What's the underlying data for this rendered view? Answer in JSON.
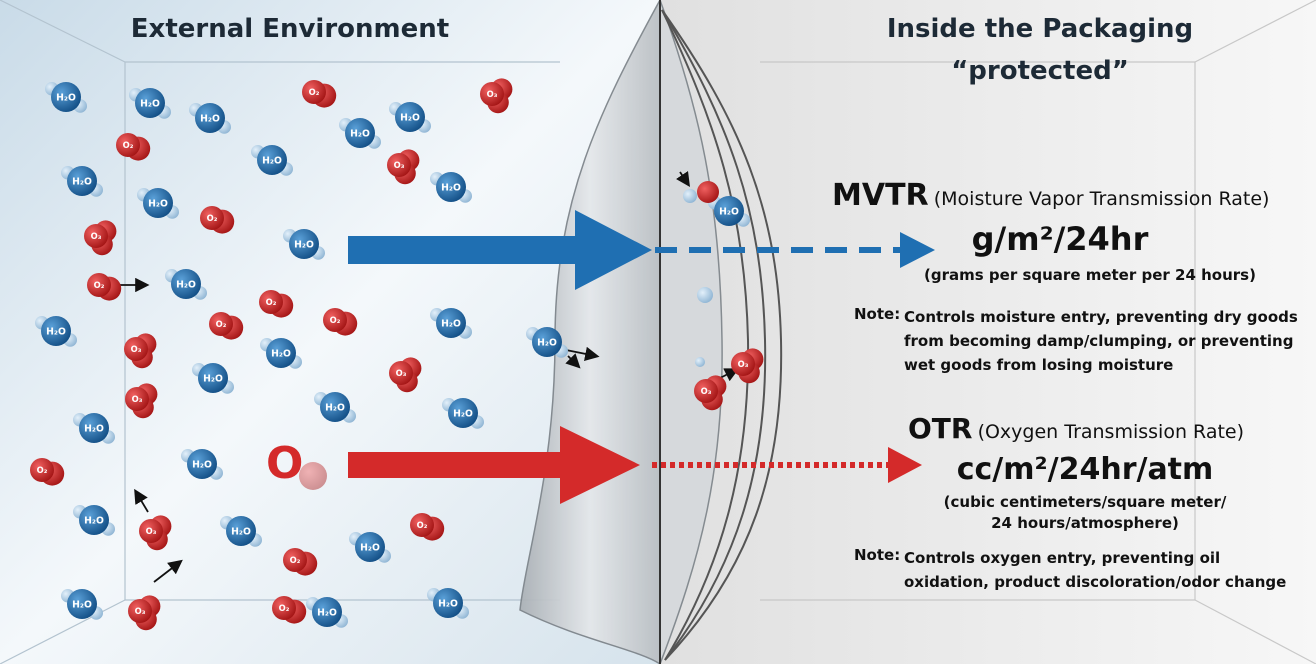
{
  "headings": {
    "external": "External Environment",
    "inside": "Inside the Packaging",
    "inside_sub": "“protected”"
  },
  "big_o2_label": "O",
  "mvtr": {
    "abbr": "MVTR",
    "name": "(Moisture Vapor Transmission Rate)",
    "unit": "g/m²/24hr",
    "unit_desc": "(grams per square meter per 24 hours)",
    "note_label": "Note:",
    "note_lines": [
      "Controls moisture entry, preventing dry goods",
      "from becoming damp/clumping, or preventing",
      "wet goods from losing moisture"
    ]
  },
  "otr": {
    "abbr": "OTR",
    "name": "(Oxygen Transmission Rate)",
    "unit": "cc/m²/24hr/atm",
    "unit_desc_lines": [
      "(cubic centimeters/square meter/",
      "24 hours/atmosphere)"
    ],
    "note_label": "Note:",
    "note_lines": [
      "Controls oxygen entry, preventing oil",
      "oxidation, product discoloration/odor change"
    ]
  },
  "molecule_labels": {
    "water": "H₂O",
    "oxygen": "O₂",
    "ozone": "O₃"
  },
  "colors": {
    "water": "#1f6fb2",
    "oxygen": "#d42a2a",
    "mvtr_arrow": "#1f6fb2",
    "otr_arrow": "#d42a2a",
    "text": "#111111"
  }
}
